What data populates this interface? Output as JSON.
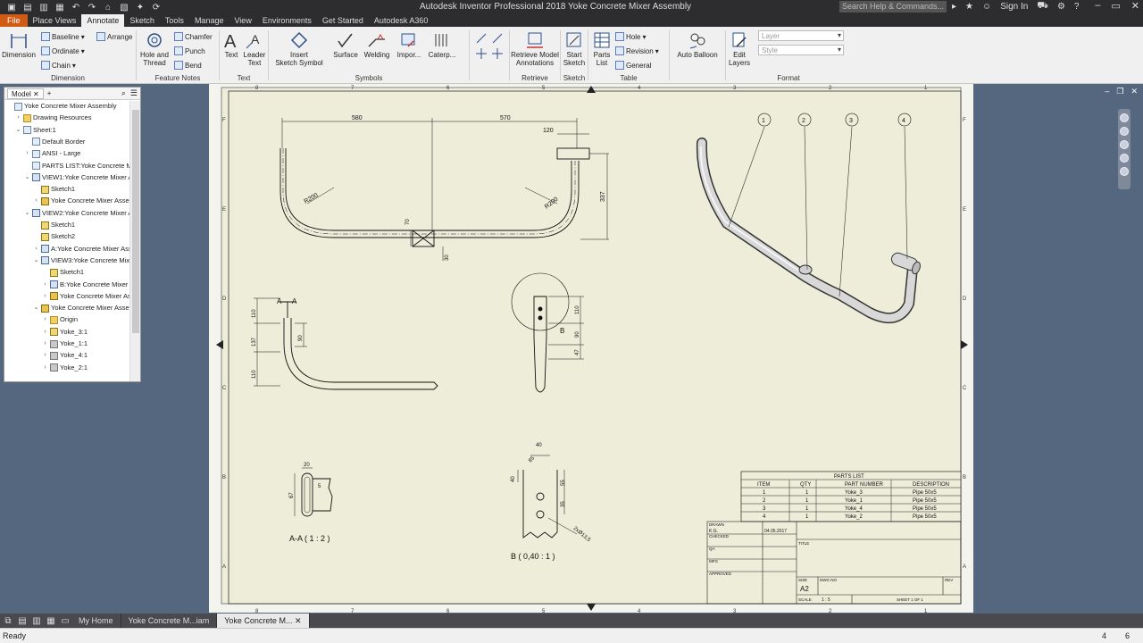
{
  "window": {
    "title": "Autodesk Inventor Professional 2018    Yoke Concrete Mixer Assembly",
    "search_placeholder": "Search Help & Commands...",
    "sign_in": "Sign In"
  },
  "tabs": [
    "File",
    "Annotate",
    "Sketch",
    "Tools",
    "Manage",
    "View",
    "Environments",
    "Get Started",
    "Autodesk A360"
  ],
  "tabs_before_annotate": "Place Views",
  "ribbon": {
    "dimension": {
      "label": "Dimension",
      "big": "Dimension",
      "baseline": "Baseline",
      "arrange": "Arrange",
      "ordinate": "Ordinate",
      "chain": "Chain"
    },
    "feature_notes": {
      "label": "Feature Notes",
      "hole_thread_1": "Hole and",
      "hole_thread_2": "Thread",
      "chamfer": "Chamfer",
      "punch": "Punch",
      "bend": "Bend"
    },
    "text": {
      "label": "Text",
      "text": "Text",
      "leader_1": "Leader",
      "leader_2": "Text"
    },
    "symbols": {
      "label": "Symbols",
      "insert_1": "Insert",
      "insert_2": "Sketch Symbol",
      "surface": "Surface",
      "welding": "Welding",
      "import": "Impor...",
      "caterpillar": "Caterp..."
    },
    "retrieve": {
      "label": "Retrieve",
      "btn_1": "Retrieve Model",
      "btn_2": "Annotations"
    },
    "sketch": {
      "label": "Sketch",
      "btn_1": "Start",
      "btn_2": "Sketch"
    },
    "table": {
      "label": "Table",
      "parts_1": "Parts",
      "parts_2": "List",
      "hole": "Hole",
      "revision": "Revision",
      "general": "General"
    },
    "balloon": {
      "btn_1": "Auto Balloon"
    },
    "format": {
      "label": "Format",
      "edit_1": "Edit",
      "edit_2": "Layers",
      "layer_placeholder": "Layer",
      "style_placeholder": "Style"
    }
  },
  "browser": {
    "tab": "Model",
    "plus": "+",
    "nodes": [
      {
        "label": "Yoke Concrete Mixer Assembly",
        "indent": 0,
        "exp": "",
        "icon": "sheet"
      },
      {
        "label": "Drawing Resources",
        "indent": 1,
        "exp": "›",
        "icon": "folder"
      },
      {
        "label": "Sheet:1",
        "indent": 1,
        "exp": "⌄",
        "icon": "sheet"
      },
      {
        "label": "Default Border",
        "indent": 2,
        "exp": "",
        "icon": "sheet"
      },
      {
        "label": "ANSI - Large",
        "indent": 2,
        "exp": "›",
        "icon": "sheet"
      },
      {
        "label": "PARTS LIST:Yoke Concrete Mixer",
        "indent": 2,
        "exp": "",
        "icon": "sheet"
      },
      {
        "label": "VIEW1:Yoke Concrete Mixer Assem",
        "indent": 2,
        "exp": "⌄",
        "icon": "view"
      },
      {
        "label": "Sketch1",
        "indent": 3,
        "exp": "",
        "icon": "yellowpart"
      },
      {
        "label": "Yoke Concrete Mixer Assembl",
        "indent": 3,
        "exp": "›",
        "icon": "asm"
      },
      {
        "label": "VIEW2:Yoke Concrete Mixer Asse",
        "indent": 2,
        "exp": "⌄",
        "icon": "view"
      },
      {
        "label": "Sketch1",
        "indent": 3,
        "exp": "",
        "icon": "yellowpart"
      },
      {
        "label": "Sketch2",
        "indent": 3,
        "exp": "",
        "icon": "yellowpart"
      },
      {
        "label": "A:Yoke Concrete Mixer Assem",
        "indent": 3,
        "exp": "›",
        "icon": "view"
      },
      {
        "label": "VIEW3:Yoke Concrete Mixer A",
        "indent": 3,
        "exp": "⌄",
        "icon": "view"
      },
      {
        "label": "Sketch1",
        "indent": 4,
        "exp": "",
        "icon": "yellowpart"
      },
      {
        "label": "B:Yoke Concrete Mixer Ass",
        "indent": 4,
        "exp": "›",
        "icon": "view"
      },
      {
        "label": "Yoke Concrete Mixer Asse",
        "indent": 4,
        "exp": "›",
        "icon": "asm"
      },
      {
        "label": "Yoke Concrete Mixer Assembl",
        "indent": 3,
        "exp": "⌄",
        "icon": "asm"
      },
      {
        "label": "Origin",
        "indent": 4,
        "exp": "›",
        "icon": "folder"
      },
      {
        "label": "Yoke_3:1",
        "indent": 4,
        "exp": "›",
        "icon": "yellowpart"
      },
      {
        "label": "Yoke_1:1",
        "indent": 4,
        "exp": "›",
        "icon": "part"
      },
      {
        "label": "Yoke_4:1",
        "indent": 4,
        "exp": "›",
        "icon": "part"
      },
      {
        "label": "Yoke_2:1",
        "indent": 4,
        "exp": "›",
        "icon": "part"
      }
    ]
  },
  "drawing": {
    "dims": {
      "d580": "580",
      "d570": "570",
      "d120": "120",
      "d337": "337",
      "r200a": "R200",
      "r200b": "R200",
      "d70": "70",
      "d30": "30",
      "d110a": "110",
      "d137": "137",
      "d110b": "110",
      "d90a": "90",
      "d110c": "110",
      "d90b": "90",
      "d47": "47",
      "d20": "20",
      "d5": "5",
      "d67": "67",
      "d40a": "40",
      "d85": "85",
      "d40b": "40",
      "d55": "55",
      "d35": "35",
      "d2x": "2xØ13,5"
    },
    "labels": {
      "section_a": "A-A ( 1 : 2 )",
      "detail_b": "B ( 0,40 : 1 )",
      "a_left": "A",
      "a_right": "A",
      "b_letter": "B"
    },
    "balloons": [
      "1",
      "2",
      "3",
      "4"
    ],
    "border_cols": [
      "8",
      "7",
      "6",
      "5",
      "4",
      "3",
      "2",
      "1"
    ],
    "border_rows": [
      "F",
      "E",
      "D",
      "C",
      "B",
      "A"
    ],
    "parts_list": {
      "title": "PARTS LIST",
      "headers": [
        "ITEM",
        "QTY",
        "PART NUMBER",
        "DESCRIPTION"
      ],
      "rows": [
        [
          "1",
          "1",
          "Yoke_3",
          "Pipe 50x5"
        ],
        [
          "2",
          "1",
          "Yoke_1",
          "Pipe 50x5"
        ],
        [
          "3",
          "1",
          "Yoke_4",
          "Pipe 50x5"
        ],
        [
          "4",
          "1",
          "Yoke_2",
          "Pipe 50x5"
        ]
      ]
    },
    "title_block": {
      "drawn": "DRAWN",
      "author": "K.G.",
      "date": "04.05.2017",
      "checked": "CHECKED",
      "qa": "QA",
      "mfg": "MFG",
      "approved": "APPROVED",
      "title": "TITLE",
      "size_label": "SIZE",
      "size": "A2",
      "dwg_no": "DWG NO",
      "rev": "REV",
      "scale_label": "SCALE",
      "scale": "1 : 5",
      "sheet": "SHEET 1  OF 1"
    }
  },
  "doc_tabs": [
    "My Home",
    "Yoke Concrete M...iam",
    "Yoke Concrete M..."
  ],
  "status": {
    "left": "Ready",
    "n1": "4",
    "n2": "6"
  }
}
